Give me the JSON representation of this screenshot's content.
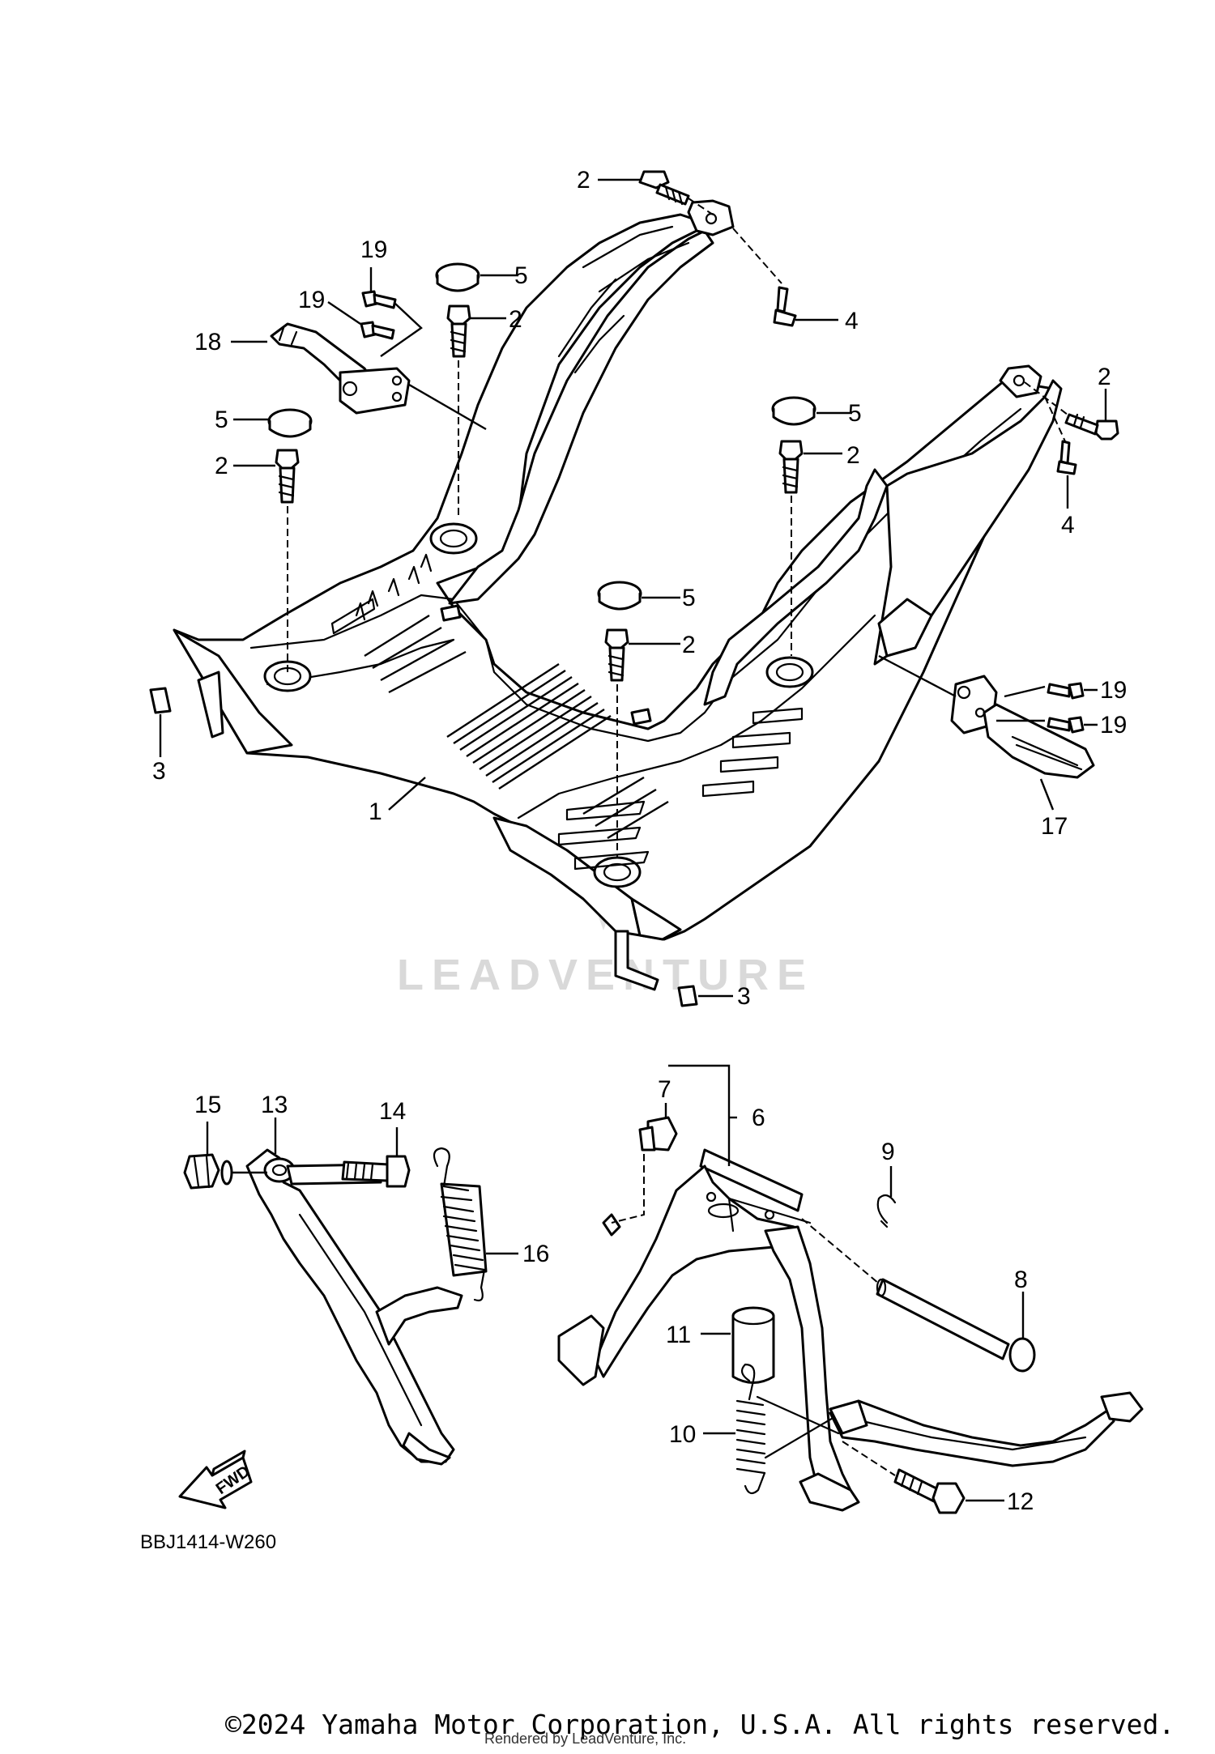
{
  "diagram_code": "BBJ1414-W260",
  "watermark": "LEADVENTURE",
  "copyright": "©2024 Yamaha Motor Corporation, U.S.A. All rights reserved.",
  "rendered_by": "Rendered by LeadVenture, Inc.",
  "fwd_label": "FWD",
  "callouts": {
    "c1": "1",
    "c2a": "2",
    "c2b": "2",
    "c2c": "2",
    "c2d": "2",
    "c2e": "2",
    "c2f": "2",
    "c3a": "3",
    "c3b": "3",
    "c4a": "4",
    "c4b": "4",
    "c5a": "5",
    "c5b": "5",
    "c5c": "5",
    "c5d": "5",
    "c6": "6",
    "c7": "7",
    "c8": "8",
    "c9": "9",
    "c10": "10",
    "c11": "11",
    "c12": "12",
    "c13": "13",
    "c14": "14",
    "c15": "15",
    "c16": "16",
    "c17": "17",
    "c18": "18",
    "c19a": "19",
    "c19b": "19",
    "c19c": "19",
    "c19d": "19"
  }
}
